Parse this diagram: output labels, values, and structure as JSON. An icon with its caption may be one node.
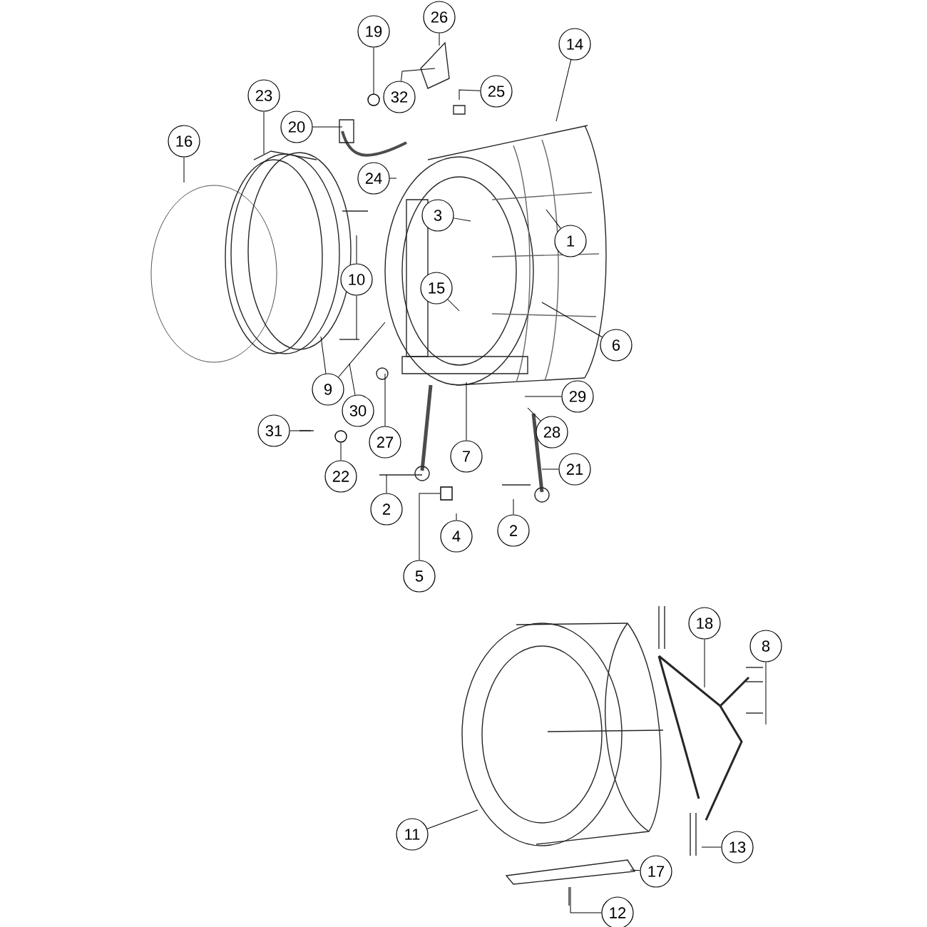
{
  "diagram": {
    "nodes": [
      {
        "text": [
          "19"
        ]
      },
      {
        "text": [
          "26"
        ]
      },
      {
        "text": [
          "14"
        ]
      },
      {
        "text": [
          "32"
        ]
      },
      {
        "text": [
          "25"
        ]
      },
      {
        "text": [
          "23"
        ]
      },
      {
        "text": [
          "20"
        ]
      },
      {
        "text": [
          "16"
        ]
      },
      {
        "text": [
          "24"
        ]
      },
      {
        "text": [
          "3"
        ]
      },
      {
        "text": [
          "1"
        ]
      },
      {
        "text": [
          "10"
        ]
      },
      {
        "text": [
          "15"
        ]
      },
      {
        "text": [
          "6"
        ]
      },
      {
        "text": [
          "9"
        ]
      },
      {
        "text": [
          "29"
        ]
      },
      {
        "text": [
          "30"
        ]
      },
      {
        "text": [
          "31"
        ]
      },
      {
        "text": [
          "28"
        ]
      },
      {
        "text": [
          "27"
        ]
      },
      {
        "text": [
          "7"
        ]
      },
      {
        "text": [
          "21"
        ]
      },
      {
        "text": [
          "22"
        ]
      },
      {
        "text": [
          "2"
        ]
      },
      {
        "text": [
          "2"
        ]
      },
      {
        "text": [
          "4"
        ]
      },
      {
        "text": [
          "5"
        ]
      },
      {
        "text": [
          "18"
        ]
      },
      {
        "text": [
          "8"
        ]
      },
      {
        "text": [
          "11"
        ]
      },
      {
        "text": [
          "13"
        ]
      },
      {
        "text": [
          "17"
        ]
      },
      {
        "text": [
          "12"
        ]
      },
      {
        "text": [],
        "shape": "box"
      },
      {
        "text": [],
        "shape": "circle"
      },
      {
        "text": [],
        "shape": "circle"
      }
    ],
    "edges": [
      {
        "from": 0,
        "to": 34,
        "arrow": "none"
      },
      {
        "from": 1,
        "to": null,
        "arrow": "none"
      },
      {
        "from": 2,
        "to": null,
        "arrow": "none"
      },
      {
        "from": 3,
        "to": null,
        "arrow": "none"
      },
      {
        "from": 4,
        "to": null,
        "arrow": "none"
      },
      {
        "from": 5,
        "to": null,
        "arrow": "none"
      },
      {
        "from": 6,
        "to": null,
        "arrow": "none"
      },
      {
        "from": 7,
        "to": null,
        "arrow": "none"
      },
      {
        "from": 8,
        "to": null,
        "arrow": "none"
      },
      {
        "from": 9,
        "to": null,
        "arrow": "none"
      },
      {
        "from": 10,
        "to": null,
        "arrow": "none"
      },
      {
        "from": 11,
        "to": null,
        "arrow": "none"
      },
      {
        "from": 11,
        "to": null,
        "arrow": "none"
      },
      {
        "from": 12,
        "to": null,
        "arrow": "none"
      },
      {
        "from": 13,
        "to": null,
        "arrow": "none"
      },
      {
        "from": 14,
        "to": null,
        "arrow": "none"
      },
      {
        "from": 14,
        "to": null,
        "arrow": "none"
      },
      {
        "from": 15,
        "to": null,
        "arrow": "none"
      },
      {
        "from": 16,
        "to": null,
        "arrow": "none"
      },
      {
        "from": 17,
        "to": null,
        "arrow": "none"
      },
      {
        "from": 18,
        "to": null,
        "arrow": "none"
      },
      {
        "from": 19,
        "to": null,
        "arrow": "none"
      },
      {
        "from": 20,
        "to": null,
        "arrow": "none"
      },
      {
        "from": 21,
        "to": null,
        "arrow": "none"
      },
      {
        "from": 22,
        "to": 35,
        "arrow": "none"
      },
      {
        "from": 23,
        "to": null,
        "arrow": "none"
      },
      {
        "from": 24,
        "to": null,
        "arrow": "none"
      },
      {
        "from": 25,
        "to": null,
        "arrow": "none"
      },
      {
        "from": 26,
        "to": 33,
        "arrow": "none"
      },
      {
        "from": 27,
        "to": null,
        "arrow": "none"
      },
      {
        "from": 28,
        "to": null,
        "arrow": "none"
      },
      {
        "from": 29,
        "to": null,
        "arrow": "none"
      },
      {
        "from": 30,
        "to": null,
        "arrow": "none"
      },
      {
        "from": 31,
        "to": null,
        "arrow": "none"
      },
      {
        "from": 32,
        "to": null,
        "arrow": "none"
      }
    ]
  }
}
